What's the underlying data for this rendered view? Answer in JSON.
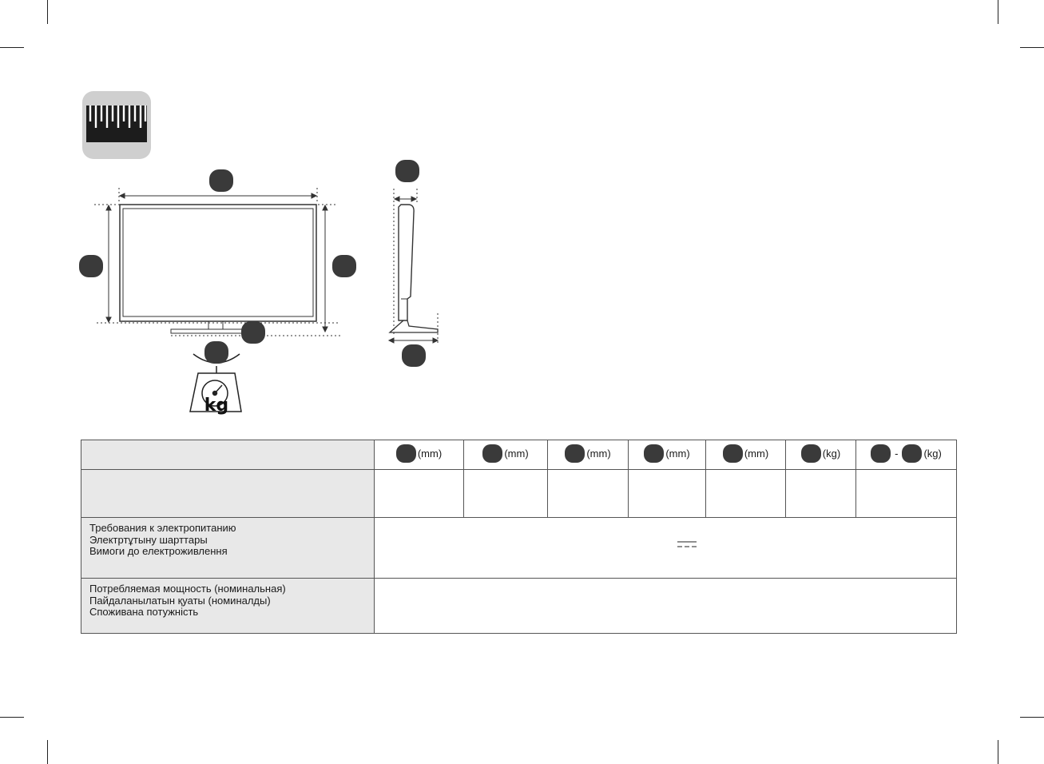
{
  "colors": {
    "marker": "#3a3a3a",
    "label_bg": "#e8e8e8",
    "border": "#555555",
    "icon_bg": "#cfcfcf"
  },
  "icons": {
    "measure": "ruler-icon",
    "weight": "scale-kg-icon",
    "dc_power": "dc-power-symbol-icon"
  },
  "diagram": {
    "scale_label": "kg"
  },
  "table": {
    "header": [
      {
        "unit": "(mm)"
      },
      {
        "unit": "(mm)"
      },
      {
        "unit": "(mm)"
      },
      {
        "unit": "(mm)"
      },
      {
        "unit": "(mm)"
      },
      {
        "unit": "(kg)"
      },
      {
        "dash": "-",
        "unit": "(kg)"
      }
    ],
    "power_requirements": {
      "labels": [
        "Требования к электропитанию",
        "Электртұтыну шарттары",
        "Вимоги до електроживлення"
      ]
    },
    "power_consumption": {
      "labels": [
        "Потребляемая мощность (номинальная)",
        "Пайдаланылатын қуаты (номиналды)",
        "Споживана потужність"
      ]
    }
  }
}
